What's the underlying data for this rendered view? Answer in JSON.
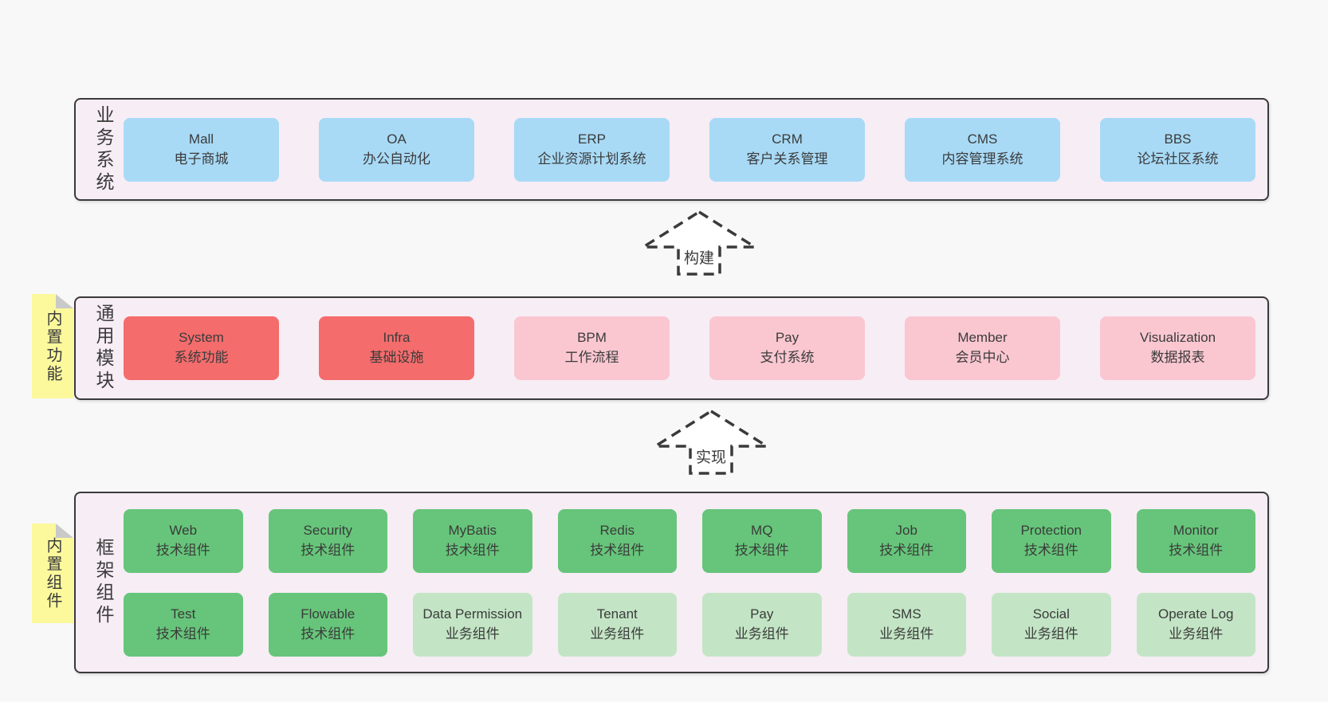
{
  "colors": {
    "page_bg": "#f8f8f8",
    "section_bg": "#f7edf5",
    "section_border": "#3a3a3a",
    "text": "#3b3b3b",
    "box_blue": "#a8daf6",
    "box_red": "#f56c6c",
    "box_pink": "#fac7d1",
    "box_green_dark": "#66c57a",
    "box_green_light": "#c3e5c5",
    "note_bg": "#fbf99c",
    "note_fold": "#c9c9c9",
    "arrow_fill": "#ffffff"
  },
  "sections": {
    "business": {
      "label": "业务系统",
      "boxes": [
        {
          "name": "Mall",
          "desc": "电子商城",
          "variant": "blue"
        },
        {
          "name": "OA",
          "desc": "办公自动化",
          "variant": "blue"
        },
        {
          "name": "ERP",
          "desc": "企业资源计划系统",
          "variant": "blue"
        },
        {
          "name": "CRM",
          "desc": "客户关系管理",
          "variant": "blue"
        },
        {
          "name": "CMS",
          "desc": "内容管理系统",
          "variant": "blue"
        },
        {
          "name": "BBS",
          "desc": "论坛社区系统",
          "variant": "blue"
        }
      ]
    },
    "modules": {
      "label": "通用模块",
      "note": "内置功能",
      "boxes": [
        {
          "name": "System",
          "desc": "系统功能",
          "variant": "red"
        },
        {
          "name": "Infra",
          "desc": "基础设施",
          "variant": "red"
        },
        {
          "name": "BPM",
          "desc": "工作流程",
          "variant": "pink"
        },
        {
          "name": "Pay",
          "desc": "支付系统",
          "variant": "pink"
        },
        {
          "name": "Member",
          "desc": "会员中心",
          "variant": "pink"
        },
        {
          "name": "Visualization",
          "desc": "数据报表",
          "variant": "pink"
        }
      ]
    },
    "components": {
      "label": "框架组件",
      "note": "内置组件",
      "rows": [
        [
          {
            "name": "Web",
            "desc": "技术组件",
            "variant": "green-dark"
          },
          {
            "name": "Security",
            "desc": "技术组件",
            "variant": "green-dark"
          },
          {
            "name": "MyBatis",
            "desc": "技术组件",
            "variant": "green-dark"
          },
          {
            "name": "Redis",
            "desc": "技术组件",
            "variant": "green-dark"
          },
          {
            "name": "MQ",
            "desc": "技术组件",
            "variant": "green-dark"
          },
          {
            "name": "Job",
            "desc": "技术组件",
            "variant": "green-dark"
          },
          {
            "name": "Protection",
            "desc": "技术组件",
            "variant": "green-dark"
          },
          {
            "name": "Monitor",
            "desc": "技术组件",
            "variant": "green-dark"
          }
        ],
        [
          {
            "name": "Test",
            "desc": "技术组件",
            "variant": "green-dark"
          },
          {
            "name": "Flowable",
            "desc": "技术组件",
            "variant": "green-dark"
          },
          {
            "name": "Data Permission",
            "desc": "业务组件",
            "variant": "green-light"
          },
          {
            "name": "Tenant",
            "desc": "业务组件",
            "variant": "green-light"
          },
          {
            "name": "Pay",
            "desc": "业务组件",
            "variant": "green-light"
          },
          {
            "name": "SMS",
            "desc": "业务组件",
            "variant": "green-light"
          },
          {
            "name": "Social",
            "desc": "业务组件",
            "variant": "green-light"
          },
          {
            "name": "Operate Log",
            "desc": "业务组件",
            "variant": "green-light"
          }
        ]
      ]
    }
  },
  "arrows": [
    {
      "label": "构建"
    },
    {
      "label": "实现"
    }
  ]
}
